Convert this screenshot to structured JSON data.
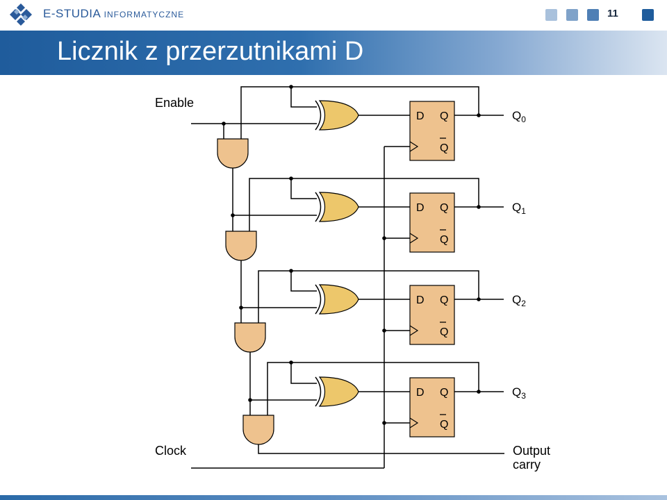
{
  "header": {
    "brand": "E-STUDIA",
    "brand_sub": "INFORMATYCZNE",
    "page_number": "11",
    "squares": [
      "#a9c1dc",
      "#7fa2c9",
      "#4f7fb5",
      "#1f5c9c"
    ]
  },
  "title": "Licznik z przerzutnikami D",
  "diagram": {
    "enable_label": "Enable",
    "clock_label": "Clock",
    "output_carry_line1": "Output",
    "output_carry_line2": "carry",
    "ff_d": "D",
    "ff_q": "Q",
    "ff_qbar": "Q",
    "q_letter": "Q",
    "q_indices": [
      "0",
      "1",
      "2",
      "3"
    ],
    "colors": {
      "xor_fill": "#edc76b",
      "and_fill": "#eec28e",
      "ff_fill": "#eec28e",
      "wire": "#000000"
    }
  }
}
